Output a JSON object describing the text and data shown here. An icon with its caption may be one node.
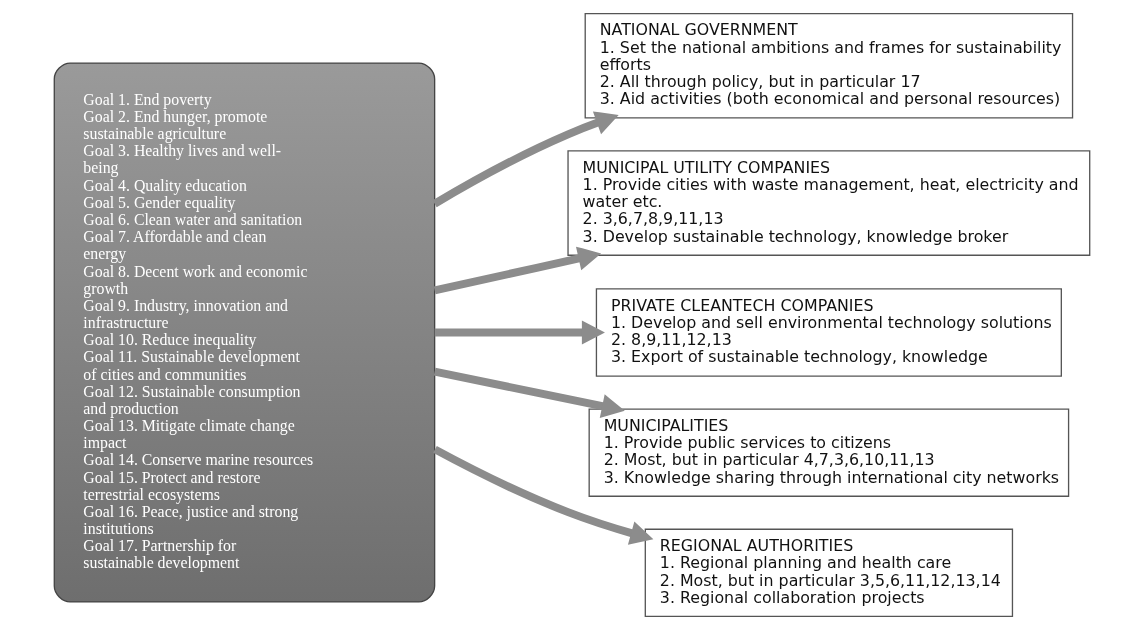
{
  "diagram": {
    "nodes": [
      {
        "text": [
          "Goal 1. End poverty",
          "Goal 2. End hunger, promote sustainable agriculture",
          "Goal 3. Healthy lives and well-being",
          "Goal 4. Quality education",
          "Goal 5. Gender equality",
          "Goal 6. Clean water and sanitation",
          "Goal 7. Affordable and clean energy",
          "Goal 8. Decent work and economic growth",
          "Goal 9. Industry, innovation and infrastructure",
          "Goal 10. Reduce inequality",
          "Goal 11. Sustainable development of cities and communities",
          "Goal 12. Sustainable consumption and production",
          "Goal 13. Mitigate climate change impact",
          "Goal 14. Conserve marine resources",
          "Goal 15. Protect and restore terrestrial ecosystems",
          "Goal 16. Peace, justice and strong institutions",
          "Goal 17. Partnership for sustainable development"
        ]
      },
      {
        "text": [
          "NATIONAL GOVERNMENT",
          "1. Set the national ambitions and frames for sustainability efforts",
          "2. All through policy, but in particular 17",
          "3. Aid activities (both economical and personal resources)"
        ]
      },
      {
        "text": [
          "MUNICIPAL UTILITY COMPANIES",
          "1. Provide cities with waste management, heat, electricity and water etc.",
          "2. 3,6,7,8,9,11,13",
          "3. Develop sustainable technology, knowledge broker"
        ]
      },
      {
        "text": [
          "PRIVATE CLEANTECH COMPANIES",
          "1. Develop and sell environmental technology solutions",
          "2. 8,9,11,12,13",
          "3. Export of sustainable technology, knowledge"
        ]
      },
      {
        "text": [
          "MUNICIPALITIES",
          "1. Provide public services to citizens",
          "2. Most, but in particular 4,7,3,6,10,11,13",
          "3. Knowledge sharing through international city networks"
        ]
      },
      {
        "text": [
          "REGIONAL AUTHORITIES",
          "1. Regional planning and health care",
          "2. Most, but in particular 3,5,6,11,12,13,14",
          "3. Regional collaboration projects"
        ]
      }
    ],
    "edges": [
      {
        "from": 0,
        "to": 1,
        "arrow": "to"
      },
      {
        "from": 0,
        "to": 2,
        "arrow": "to"
      },
      {
        "from": 0,
        "to": 3,
        "arrow": "to"
      },
      {
        "from": 0,
        "to": 4,
        "arrow": "to"
      },
      {
        "from": 0,
        "to": 5,
        "arrow": "to"
      }
    ]
  }
}
